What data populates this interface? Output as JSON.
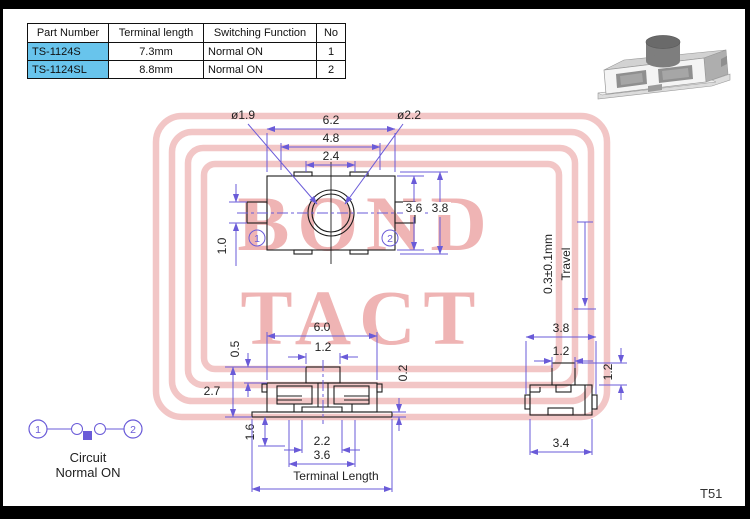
{
  "page": {
    "code": "T51"
  },
  "table": {
    "headers": {
      "part": "Part Number",
      "length": "Terminal length",
      "function": "Switching Function",
      "no": "No"
    },
    "rows": [
      {
        "part": "TS-1124S",
        "length": "7.3mm",
        "function": "Normal ON",
        "no": "1"
      },
      {
        "part": "TS-1124SL",
        "length": "8.8mm",
        "function": "Normal ON",
        "no": "2"
      }
    ]
  },
  "watermark": {
    "line1": "BOND",
    "line2": "TACT"
  },
  "top_view": {
    "dim_width": "6.2",
    "dim_inner_width": "4.8",
    "dim_button_width": "2.4",
    "dim_dia_small": "ø1.9",
    "dim_dia_large": "ø2.2",
    "dim_height_inner": "3.6",
    "dim_height_outer": "3.8",
    "dim_terminal": "1.0",
    "terminal_1": "1",
    "terminal_2": "2"
  },
  "front_view": {
    "dim_width": "6.0",
    "dim_stem_width": "1.2",
    "dim_stem_height": "0.5",
    "dim_body_height": "2.7",
    "dim_base_thickness": "0.2",
    "dim_terminal_height": "1.6",
    "dim_contact_span": "2.2",
    "dim_pad_span": "3.6",
    "terminal_label": "Terminal Length"
  },
  "side_view": {
    "dim_width": "3.8",
    "dim_stem_width": "1.2",
    "dim_stem_height": "1.2",
    "dim_body_width": "3.4",
    "travel_value": "0.3±0.1mm",
    "travel_label": "Travel"
  },
  "circuit": {
    "terminal_1": "1",
    "terminal_2": "2",
    "title": "Circuit",
    "subtitle": "Normal ON"
  },
  "colors": {
    "dimension": "#6a5bd8",
    "watermark_pink": "#f0b5b5",
    "highlight_blue": "#68c4ec",
    "frame_black": "#000000"
  }
}
